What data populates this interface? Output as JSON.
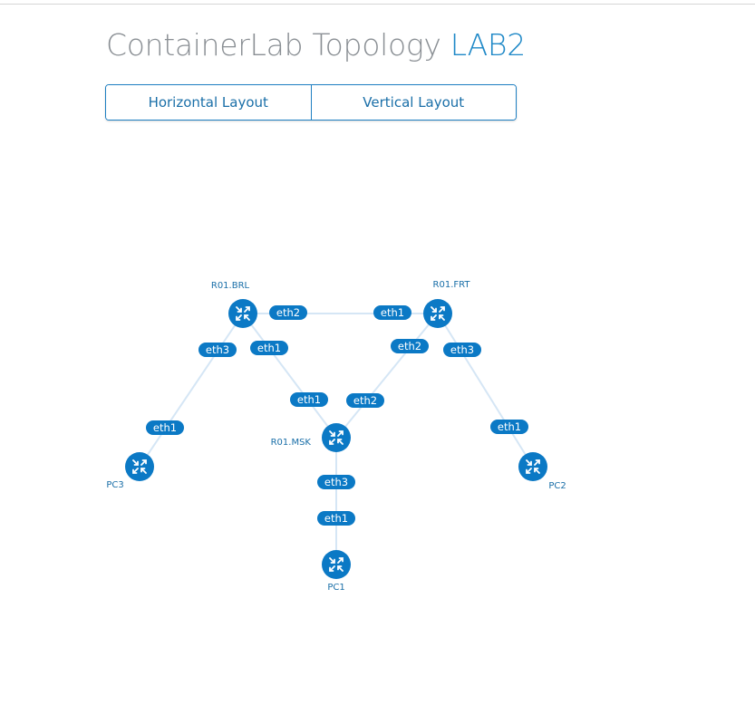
{
  "header": {
    "title_prefix": "ContainerLab Topology",
    "lab_name": "LAB2"
  },
  "layout_buttons": {
    "horizontal": "Horizontal Layout",
    "vertical": "Vertical Layout"
  },
  "topology": {
    "nodes": [
      {
        "id": "R01.BRL",
        "label": "R01.BRL",
        "icon": "router-icon"
      },
      {
        "id": "R01.FRT",
        "label": "R01.FRT",
        "icon": "router-icon"
      },
      {
        "id": "R01.MSK",
        "label": "R01.MSK",
        "icon": "router-icon"
      },
      {
        "id": "PC1",
        "label": "PC1",
        "icon": "router-icon"
      },
      {
        "id": "PC2",
        "label": "PC2",
        "icon": "router-icon"
      },
      {
        "id": "PC3",
        "label": "PC3",
        "icon": "router-icon"
      }
    ],
    "links": [
      {
        "a": "R01.BRL",
        "a_if": "eth2",
        "b": "R01.FRT",
        "b_if": "eth1"
      },
      {
        "a": "R01.BRL",
        "a_if": "eth3",
        "b": "PC3",
        "b_if": "eth1"
      },
      {
        "a": "R01.BRL",
        "a_if": "eth1",
        "b": "R01.MSK",
        "b_if": "eth1"
      },
      {
        "a": "R01.FRT",
        "a_if": "eth2",
        "b": "R01.MSK",
        "b_if": "eth2"
      },
      {
        "a": "R01.FRT",
        "a_if": "eth3",
        "b": "PC2",
        "b_if": "eth1"
      },
      {
        "a": "R01.MSK",
        "a_if": "eth3",
        "b": "PC1",
        "b_if": "eth1"
      }
    ]
  },
  "colors": {
    "accent": "#0b79c5",
    "link": "#d5e6f5",
    "title_gray": "#8a8f94"
  }
}
